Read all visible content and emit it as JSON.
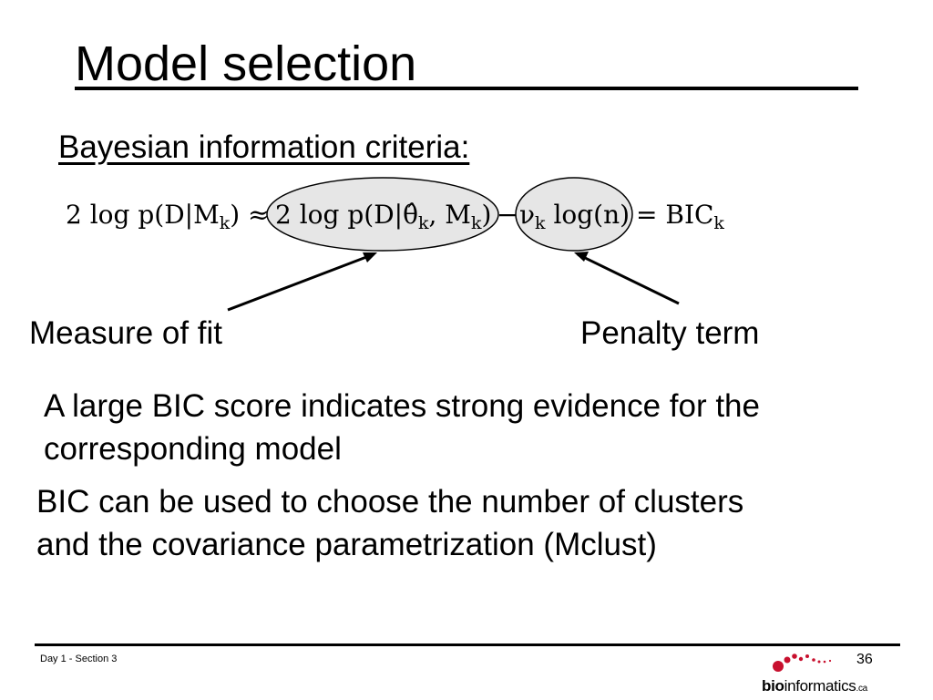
{
  "slide": {
    "title": "Model selection",
    "subtitle": "Bayesian information criteria:",
    "formula": {
      "lhs": "2 log p(D|M",
      "lhs_sub": "k",
      "lhs_close": ")",
      "approx": "≈",
      "fit_term": "2 log p(D|θ̂",
      "fit_sub": "k",
      "fit_rest": ", M",
      "fit_sub2": "k",
      "fit_close": ")",
      "minus": "−",
      "nu": "ν",
      "nu_sub": "k",
      "penalty_rest": " log(n)",
      "equals": "= BIC",
      "bic_sub": "k"
    },
    "fit_label": "Measure of fit",
    "penalty_label": "Penalty term",
    "paragraphs": [
      "A large BIC score indicates strong evidence for the corresponding model",
      "BIC can be used to choose the number of clusters\nand the covariance parametrization (Mclust)"
    ]
  },
  "footer": {
    "left": "Day 1 - Section 3",
    "page": "36",
    "logo": {
      "bold": "bio",
      "rest": "informatics",
      "domain": ".ca",
      "accent": "#c8102e"
    }
  },
  "colors": {
    "ellipse_fill": "#e6e6e6",
    "ellipse_stroke": "#000000",
    "text": "#000000"
  }
}
